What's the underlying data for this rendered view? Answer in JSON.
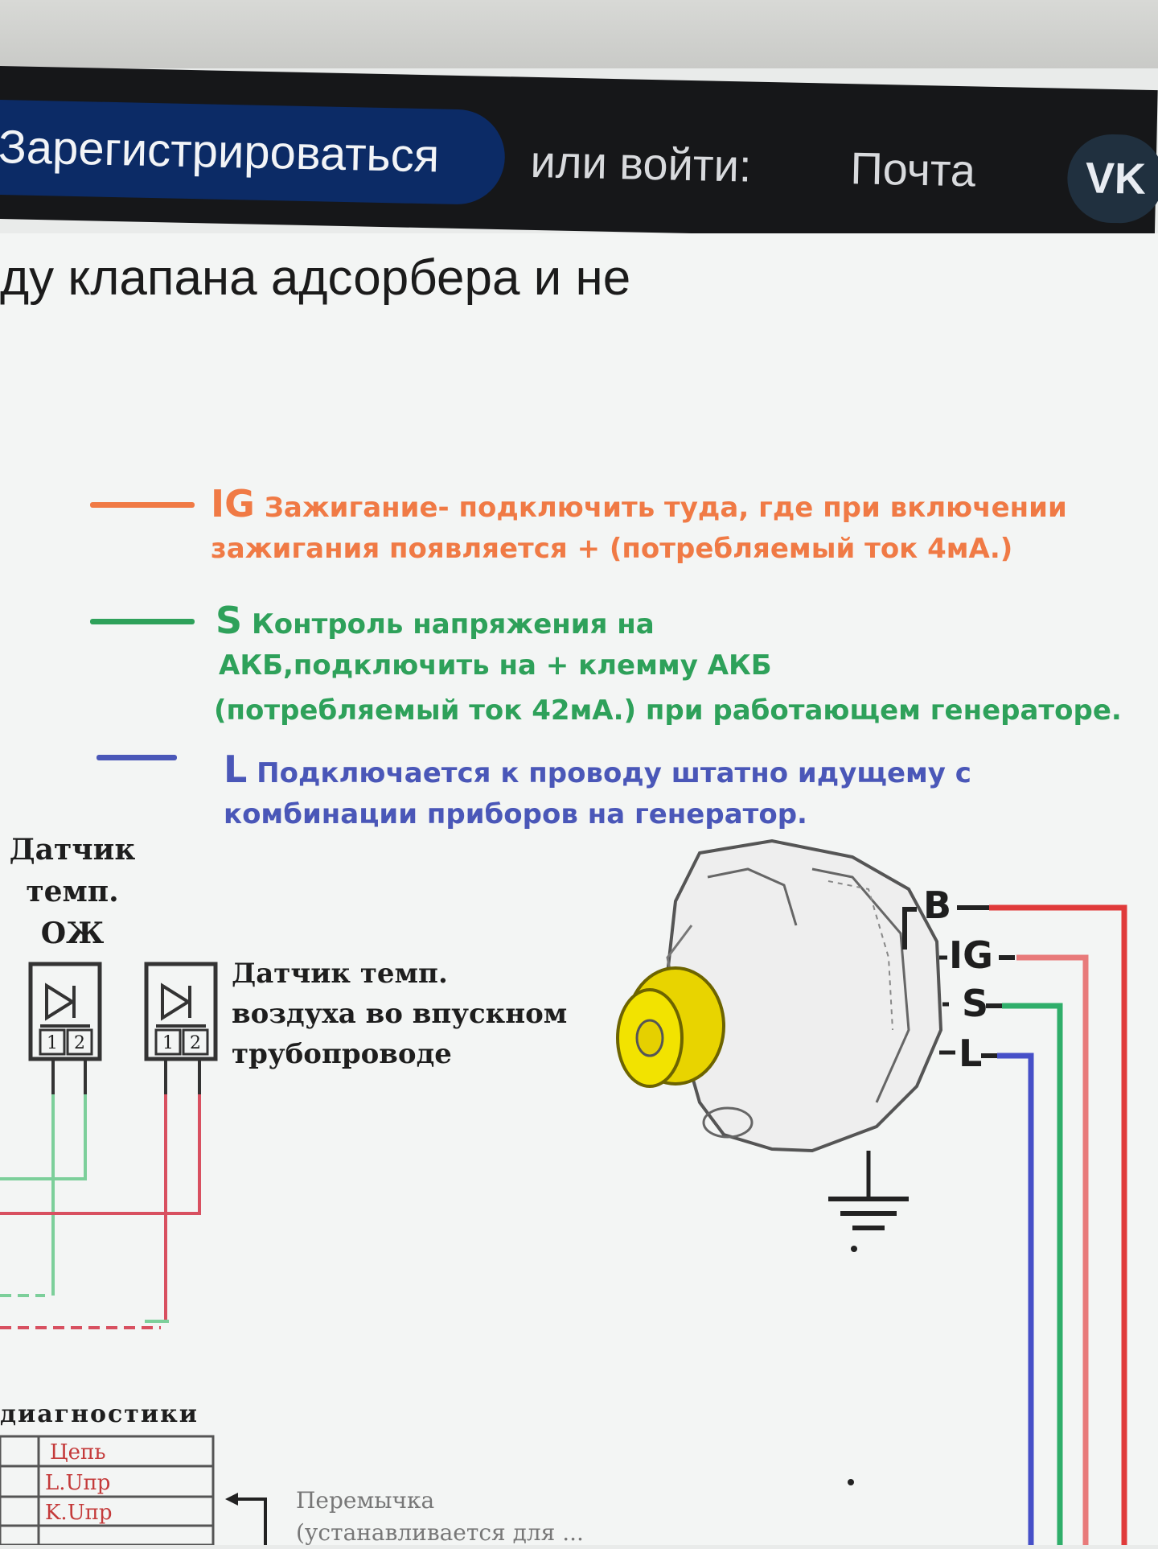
{
  "header": {
    "register_label": "Зарегистрироваться",
    "or_login_label": "или войти:",
    "mail_label": "Почта",
    "vk_label": "VK"
  },
  "article": {
    "heading_fragment": "ду клапана адсорбера и не"
  },
  "legend": [
    {
      "code": "IG",
      "color": "#f07a45",
      "line1": "Зажигание- подключить туда, где при включении",
      "line2": "зажигания появляется + (потребляемый ток 4мА.)"
    },
    {
      "code": "S",
      "color": "#2ea15a",
      "line1": "Контроль напряжения на",
      "line2": "АКБ,подключить на + клемму АКБ",
      "line3": "(потребляемый ток 42мА.)  при работающем генераторе."
    },
    {
      "code": "L",
      "color": "#4a57b8",
      "line1": "Подключается к проводу штатно идущему с",
      "line2": "комбинации приборов на генератор."
    }
  ],
  "diagram": {
    "coolant_sensor_label": [
      "Датчик",
      "темп.",
      "ОЖ"
    ],
    "intake_sensor_label": [
      "Датчик темп.",
      "воздуха во впускном",
      "трубопроводе"
    ],
    "pin_1": "1",
    "pin_2": "2",
    "alternator_terminals": [
      "B",
      "IG",
      "S",
      "L"
    ],
    "wire_colors": {
      "B": "#e03a3a",
      "IG": "#e87a7a",
      "S": "#2fae6a",
      "L": "#4650c8",
      "coolant": "#7ccf9a",
      "intake": "#d85060",
      "pulley": "#e8d400"
    },
    "diagnostics_label": "диагностики",
    "diag_table_cells": [
      "",
      "Цепь",
      "",
      "L.Uпр",
      "",
      "K.Uпр"
    ],
    "jumper_label": [
      "Перемычка",
      "(устанавливается для ..."
    ]
  }
}
